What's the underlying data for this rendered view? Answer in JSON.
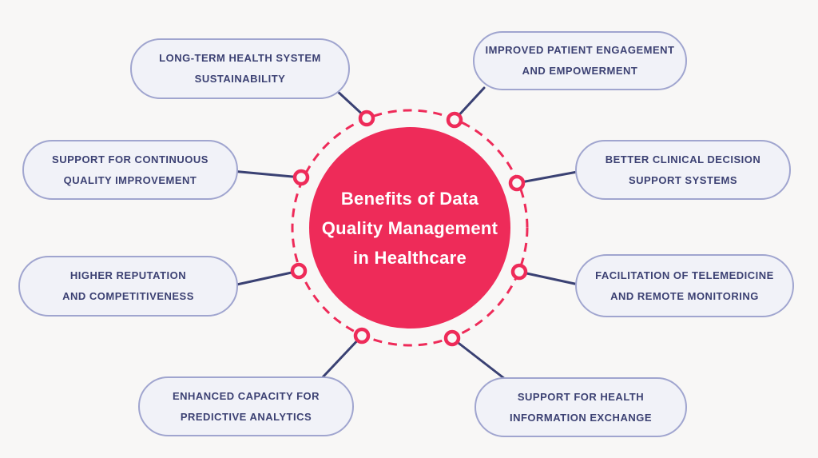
{
  "diagram": {
    "type": "hub-and-spoke",
    "center": {
      "line1": "Benefits of Data",
      "line2": "Quality Management",
      "line3": "in Healthcare"
    },
    "nodes": [
      {
        "id": "long-term-health-system-sustainability",
        "line1": "LONG-TERM HEALTH SYSTEM",
        "line2": "SUSTAINABILITY",
        "position": "top-left"
      },
      {
        "id": "improved-patient-engagement",
        "line1": "IMPROVED PATIENT ENGAGEMENT",
        "line2": "AND EMPOWERMENT",
        "position": "top-right"
      },
      {
        "id": "support-continuous-quality-improvement",
        "line1": "SUPPORT FOR CONTINUOUS",
        "line2": "QUALITY IMPROVEMENT",
        "position": "left-upper"
      },
      {
        "id": "better-clinical-decision-support",
        "line1": "BETTER CLINICAL DECISION",
        "line2": "SUPPORT SYSTEMS",
        "position": "right-upper"
      },
      {
        "id": "higher-reputation-competitiveness",
        "line1": "HIGHER REPUTATION",
        "line2": "AND COMPETITIVENESS",
        "position": "left-lower"
      },
      {
        "id": "facilitation-telemedicine-remote-monitoring",
        "line1": "FACILITATION OF TELEMEDICINE",
        "line2": "AND REMOTE MONITORING",
        "position": "right-lower"
      },
      {
        "id": "enhanced-capacity-predictive-analytics",
        "line1": "ENHANCED CAPACITY FOR",
        "line2": "PREDICTIVE ANALYTICS",
        "position": "bottom-left"
      },
      {
        "id": "support-health-information-exchange",
        "line1": "SUPPORT FOR HEALTH",
        "line2": "INFORMATION EXCHANGE",
        "position": "bottom-right"
      }
    ],
    "colors": {
      "background": "#F8F7F6",
      "hub_fill": "#EE2B59",
      "hub_text": "#FFFFFF",
      "dashed_ring": "#EE2B59",
      "connector_ring_stroke": "#EE2B59",
      "connector_ring_fill": "#F8F7F6",
      "spoke_line": "#3A4173",
      "node_fill": "#F1F2F8",
      "node_border": "#A0A5CF",
      "node_text": "#3C4173"
    }
  }
}
